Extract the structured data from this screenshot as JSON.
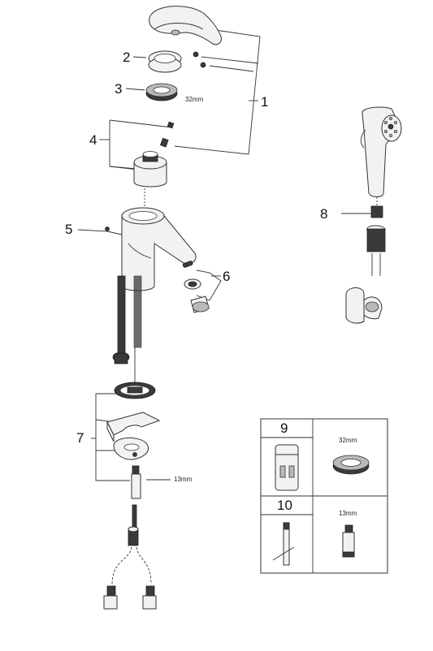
{
  "callouts": {
    "c1": "1",
    "c2": "2",
    "c3": "3",
    "c4": "4",
    "c5": "5",
    "c6": "6",
    "c7": "7",
    "c8": "8"
  },
  "dimensions": {
    "ring_32mm": "32mm",
    "nut_13mm": "13mm",
    "table_32mm": "32mm",
    "table_13mm": "13mm"
  },
  "tool_table": {
    "row1_number": "9",
    "row2_number": "10"
  },
  "colors": {
    "line": "#333333",
    "dark_part": "#3a3a3a",
    "background": "#ffffff"
  }
}
